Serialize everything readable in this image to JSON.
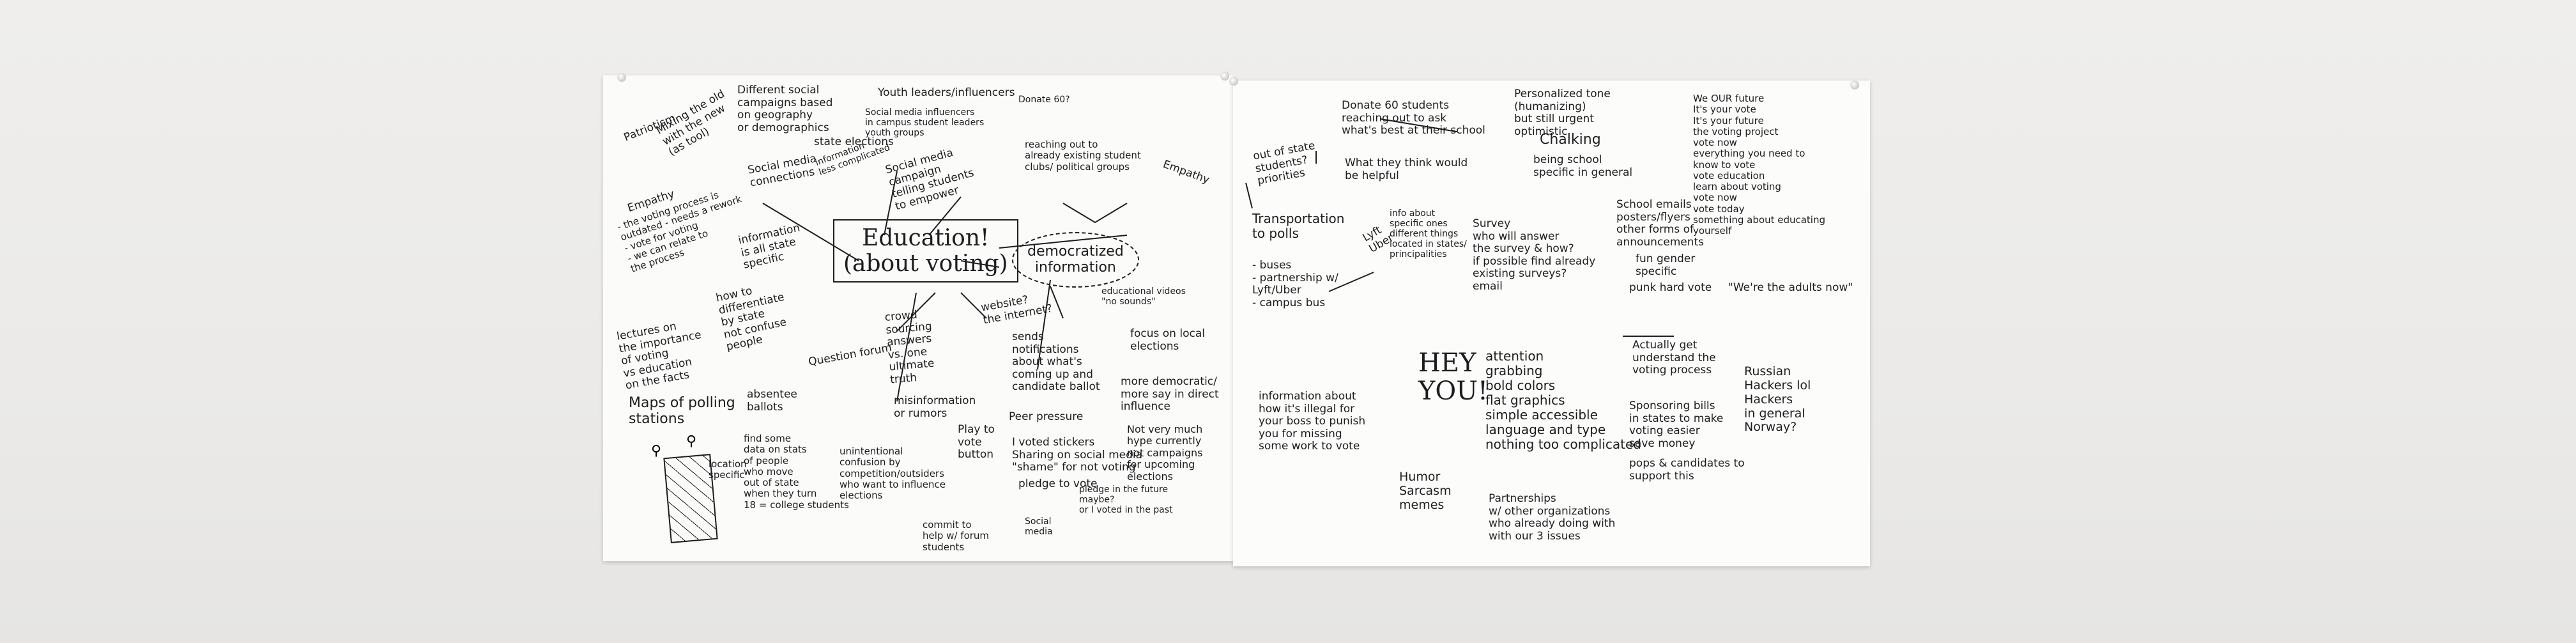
{
  "colors": {
    "wall": "#ecebe9",
    "paper": "#fbfbfa",
    "ink": "#1d1d1f"
  },
  "left_sheet": {
    "center": "Education!\n(about voting)",
    "democratized": "democratized\ninformation",
    "notes": [
      "Patriotism",
      "Mixing the old\nwith the new\n(as tool)",
      "Different social\ncampaigns based\non geography\nor demographics",
      "Youth leaders/influencers",
      "state elections",
      "Social media influencers\nin campus student leaders\nyouth groups",
      "Donate 60?",
      "Empathy",
      "- the voting process is\noutdated - needs a rework\n- vote for voting\n- we can relate to\nthe process",
      "Social media\nconnections",
      "information\nless complicated",
      "Social media\ncampaign\ntelling students\nto empower",
      "reaching out to\nalready existing student\nclubs/ political groups",
      "Empathy",
      "information\nis all state\nspecific",
      "how to\ndifferentiate\nby state\nnot confuse\npeople",
      "lectures on\nthe importance\nof voting\nvs education\non the facts",
      "Question forum",
      "crowd\nsourcing\nanswers\nvs. one\nultimate\ntruth",
      "website?\nthe internet?",
      "educational videos\n\"no sounds\"",
      "focus on local\nelections",
      "sends\nnotifications\nabout what's\ncoming up and\ncandidate ballot",
      "more democratic/\nmore say in direct\ninfluence",
      "Maps of polling\nstations",
      "absentee\nballots",
      "find some\ndata on stats\nof people\nwho move\nout of state\nwhen they turn\n18 = college students",
      "location\nspecific",
      "misinformation\nor rumors",
      "Peer pressure",
      "Play to\nvote\nbutton",
      "I voted stickers\nSharing on social media\n\"shame\" for not voting",
      "pledge to vote",
      "Not very much\nhype currently\nnot campaigns\nfor upcoming\nelections",
      "pledge in the future\nmaybe?\nor I voted in the past",
      "unintentional\nconfusion by\ncompetition/outsiders\nwho want to influence\nelections",
      "commit to\nhelp w/ forum\nstudents",
      "Social\nmedia"
    ]
  },
  "right_sheet": {
    "notes": [
      "Donate 60 students\nreaching out to ask\nwhat's best at their school",
      "What they think would\nbe helpful",
      "Personalized tone\n(humanizing)\nbut still urgent\noptimistic",
      "Chalking",
      "being school\nspecific in general",
      "We OUR future\nIt's your vote\nIt's your future\nthe voting project\nvote now\neverything you need to\nknow to vote\nvote education\nlearn about voting\nvote now\nvote today\nsomething about educating\nyourself",
      "out of state\nstudents?\npriorities",
      "Transportation\nto polls",
      "- buses\n- partnership w/\nLyft/Uber\n- campus bus",
      "Lyft\nUber",
      "info about\nspecific ones\ndifferent things\nlocated in states/\nprincipalities",
      "Survey\nwho will answer\nthe survey & how?\nif possible find already\nexisting surveys?\nemail",
      "School emails\nposters/flyers\nother forms of\nannouncements",
      "fun gender\nspecific",
      "\"We're the adults now\"",
      "punk hard vote",
      "Actually get\nunderstand the\nvoting process",
      "HEY\nYOU!",
      "information about\nhow it's illegal for\nyour boss to punish\nyou for missing\nsome work to vote",
      "attention\ngrabbing\nbold colors\nflat graphics\nsimple accessible\nlanguage and type\nnothing too complicated",
      "Sponsoring bills\nin states to make\nvoting easier\nsave money",
      "pops & candidates to\nsupport this",
      "Russian\nHackers lol\nHackers\nin general\nNorway?",
      "Humor\nSarcasm\nmemes",
      "Partnerships\nw/ other organizations\nwho already doing with\nwith our 3 issues"
    ]
  }
}
